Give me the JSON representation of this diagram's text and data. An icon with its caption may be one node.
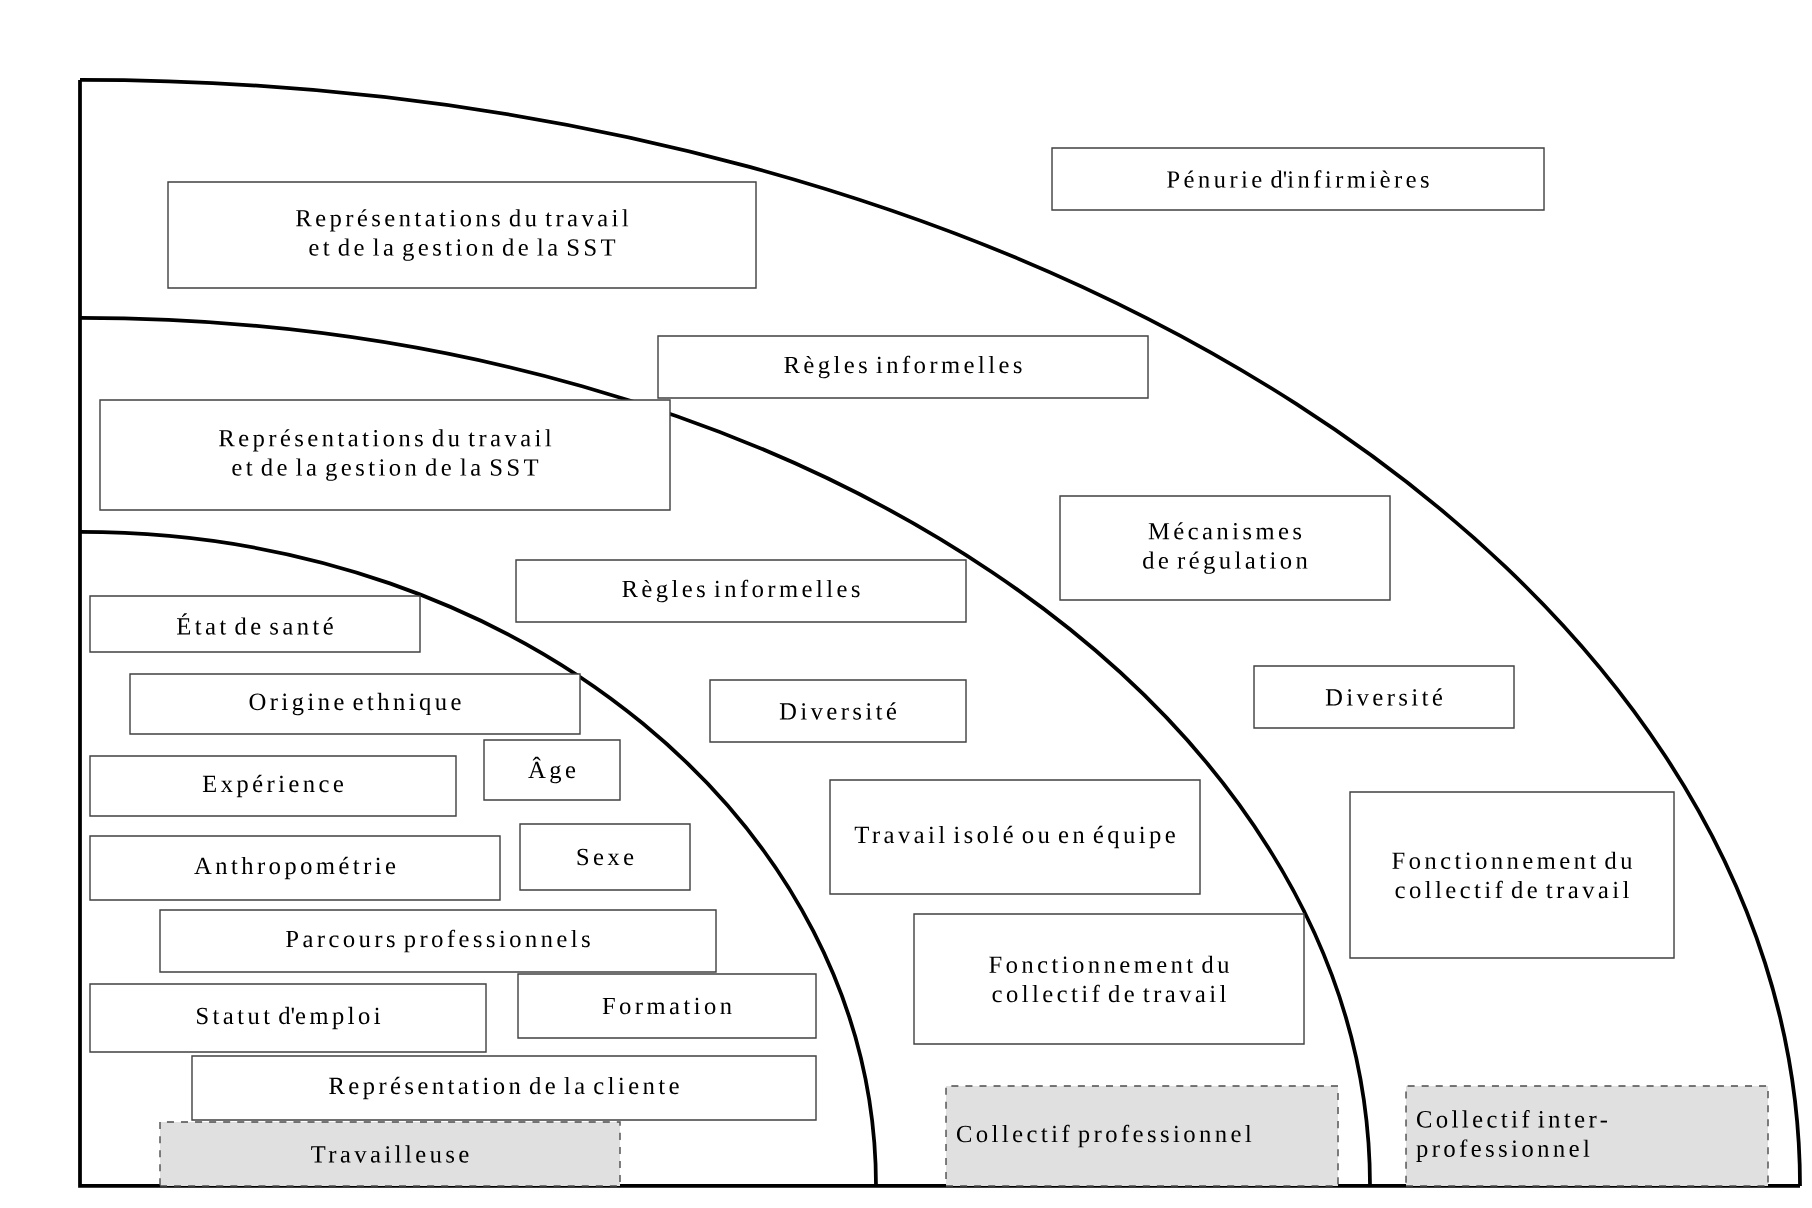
{
  "diagram": {
    "nodes": [
      {
        "text": [
          "Pénurie d'infirmières"
        ]
      },
      {
        "text": [
          "Représentations du travail et de la gestion de la SST"
        ]
      },
      {
        "text": [
          "Règles informelles"
        ]
      },
      {
        "text": [
          "Représentations du travail et de la gestion de la SST"
        ]
      },
      {
        "text": [
          "Mécanismes de régulation"
        ]
      },
      {
        "text": [
          "Règles informelles"
        ]
      },
      {
        "text": [
          "État de santé"
        ]
      },
      {
        "text": [
          "Origine ethnique"
        ]
      },
      {
        "text": [
          "Diversité"
        ]
      },
      {
        "text": [
          "Diversité"
        ]
      },
      {
        "text": [
          "Expérience"
        ]
      },
      {
        "text": [
          "Âge"
        ]
      },
      {
        "text": [
          "Travail isolé ou en équipe"
        ]
      },
      {
        "text": [
          "Fonctionnement du collectif de travail"
        ]
      },
      {
        "text": [
          "Anthropométrie"
        ]
      },
      {
        "text": [
          "Sexe"
        ]
      },
      {
        "text": [
          "Parcours professionnels"
        ]
      },
      {
        "text": [
          "Fonctionnement du collectif de travail"
        ]
      },
      {
        "text": [
          "Statut d'emploi"
        ]
      },
      {
        "text": [
          "Formation"
        ]
      },
      {
        "text": [
          "Représentation de la cliente"
        ]
      },
      {
        "text": [
          "Travailleuse"
        ]
      },
      {
        "text": [
          "Collectif professionnel"
        ]
      },
      {
        "text": [
          "Collectif inter-professionnel"
        ]
      }
    ]
  }
}
